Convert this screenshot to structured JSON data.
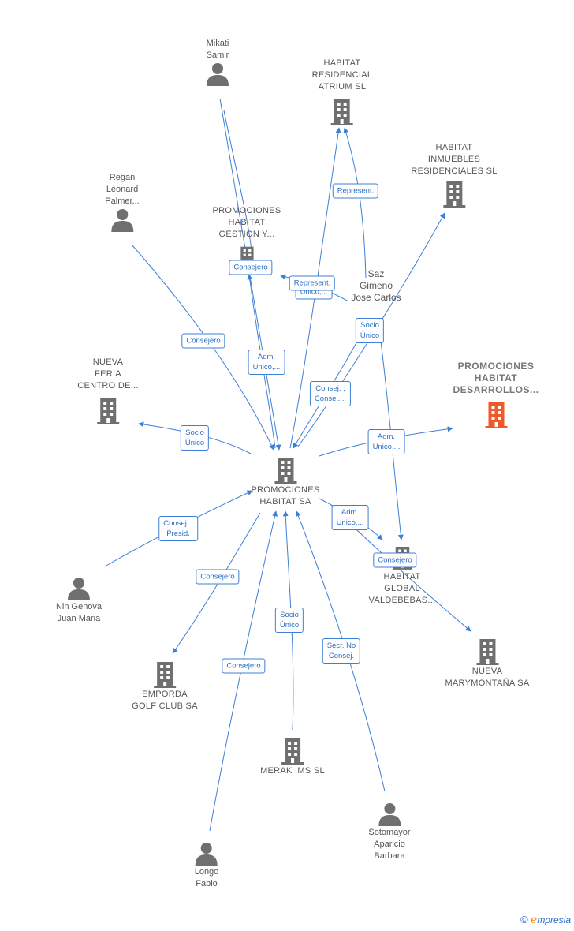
{
  "nodes": {
    "mikati": "Mikati\nSamir",
    "atrium": "HABITAT\nRESIDENCIAL\nATRIUM  SL",
    "inmuebles": "HABITAT\nINMUEBLES\nRESIDENCIALES SL",
    "regan": "Regan\nLeonard\nPalmer...",
    "gestion": "PROMOCIONES\nHABITAT\nGESTION Y...",
    "saz": "Saz\nGimeno\nJose Carlos",
    "feria": "NUEVA\nFERIA\nCENTRO DE...",
    "desarrollos": "PROMOCIONES\nHABITAT\nDESARROLLOS...",
    "main": "PROMOCIONES\nHABITAT SA",
    "nin": "Nin Genova\nJuan Maria",
    "valdebebas": "HABITAT\nGLOBAL\nVALDEBEBAS...",
    "emporda": "EMPORDA\nGOLF CLUB SA",
    "marymontana": "NUEVA\nMARYMONTAÑA SA",
    "merak": "MERAK IMS  SL",
    "sotomayor": "Sotomayor\nAparicio\nBarbara",
    "longo": "Longo\nFabio"
  },
  "relations": {
    "represent_atrium": "Represent.",
    "consejero_gestion": "Consejero",
    "represent_gestion": "Represent.",
    "unico_gestion": "Unico,...",
    "socio_unico_saz": "Socio\nÚnico",
    "consejero_regan": "Consejero",
    "adm_unico_mikati": "Adm.\nUnico,...",
    "consej_saz": "Consej. ,\nConsej....",
    "socio_unico_feria": "Socio\nÚnico",
    "adm_unico_desarrollos": "Adm.\nUnico,...",
    "consej_presid_nin": "Consej. ,\nPresid.",
    "adm_unico_valdebebas": "Adm.\nUnico,...",
    "consejero_valdebebas": "Consejero",
    "consejero_emporda": "Consejero",
    "socio_unico_merak": "Socio\nÚnico",
    "consejero_longo": "Consejero",
    "secr_sotomayor": "Secr.  No\nConsej."
  },
  "watermark": {
    "copyright": "©",
    "brand_initial": "e",
    "brand_rest": "mpresia"
  },
  "colors": {
    "edge": "#3d7fd6",
    "icon_gray": "#6f6f6f",
    "focus_orange": "#f05a28"
  }
}
